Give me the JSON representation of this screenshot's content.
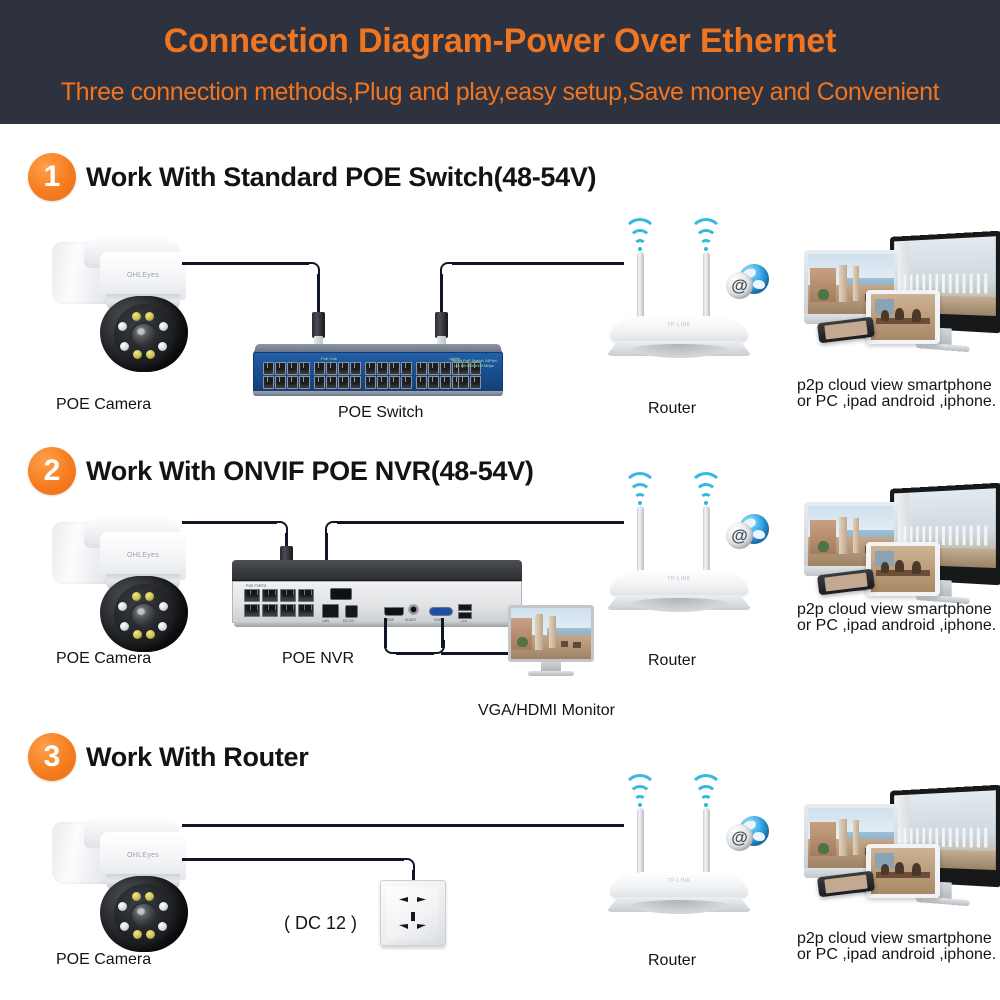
{
  "header": {
    "title": "Connection Diagram-Power Over Ethernet",
    "subtitle": "Three connection methods,Plug and play,easy setup,Save money and Convenient",
    "bg_color": "#2e313e",
    "accent_color": "#ef7521"
  },
  "sections": [
    {
      "number": "1",
      "title": "Work With Standard POE Switch(48-54V)",
      "camera_label": "POE Camera",
      "device_label": "POE Switch",
      "router_label": "Router",
      "cloud_line1": "p2p cloud view smartphone",
      "cloud_line2": "or PC ,ipad android ,iphone."
    },
    {
      "number": "2",
      "title": "Work With ONVIF POE NVR(48-54V)",
      "camera_label": "POE Camera",
      "device_label": "POE NVR",
      "monitor_label": "VGA/HDMI Monitor",
      "router_label": "Router",
      "cloud_line1": "p2p cloud view smartphone",
      "cloud_line2": "or PC ,ipad android ,iphone."
    },
    {
      "number": "3",
      "title": "Work With Router",
      "camera_label": "POE Camera",
      "power_label": "( DC 12 )",
      "router_label": "Router",
      "cloud_line1": "p2p cloud view smartphone",
      "cloud_line2": "or PC ,ipad android ,iphone."
    }
  ],
  "devices": {
    "camera_brand": "OHLEyes",
    "switch_brand_text": "Smart PoE Switch 24Port Lin 10/100/1000 Mbps",
    "switch_legend_left": "PoE  Link",
    "switch_legend_right": "Uplink",
    "router_brand": "TP-LINK",
    "nvr_label_poe": "POE PORTS",
    "nvr_label_lan": "LAN",
    "nvr_label_dc": "DC12V",
    "nvr_label_hdmi": "HDMI",
    "nvr_label_audio": "AUDIO",
    "nvr_label_vga": "VGA",
    "nvr_label_usb": "USB"
  },
  "icons": {
    "wifi": "wifi-signal-icon",
    "globe": "internet-globe-icon",
    "at_symbol": "@"
  }
}
